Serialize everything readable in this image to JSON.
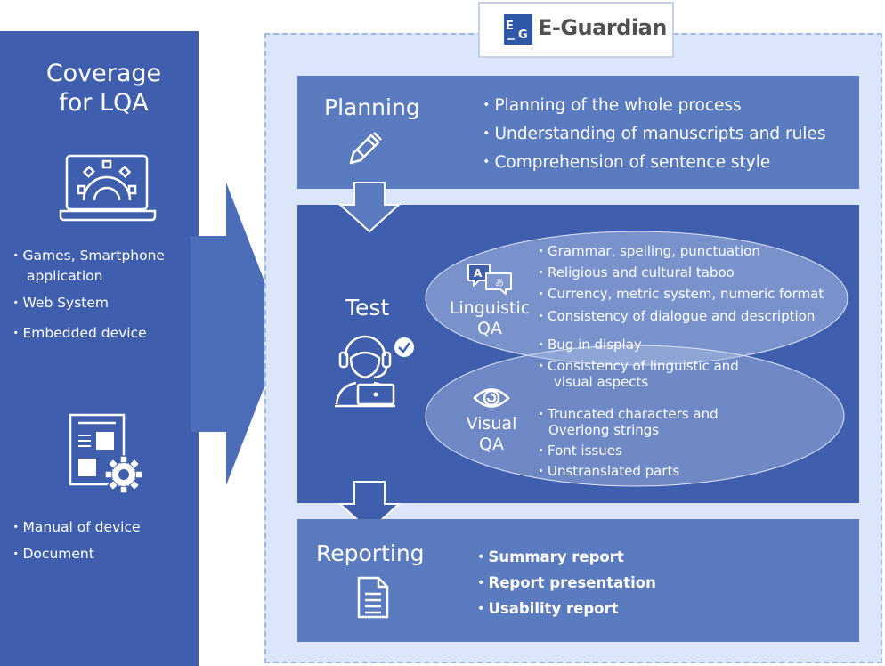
{
  "coverage": {
    "title_line1": "Coverage",
    "title_line2": "for LQA",
    "software_items": [
      "・Games, Smartphone",
      "application",
      "・Web System",
      "・Embedded device"
    ],
    "document_items": [
      "・Manual of device",
      "・Document"
    ]
  },
  "brand": {
    "logo_mark": "EG",
    "name": "E-Guardian"
  },
  "planning": {
    "title": "Planning",
    "items": [
      "・Planning of the whole process",
      "・Understanding of manuscripts and rules",
      "・Comprehension of sentence style"
    ]
  },
  "test": {
    "title": "Test",
    "linguistic_label_line1": "Linguistic",
    "linguistic_label_line2": "QA",
    "linguistic_items": [
      "・Grammar, spelling, punctuation",
      "・Religious and cultural taboo",
      "・Currency, metric system, numeric format",
      "・Consistency of dialogue and description"
    ],
    "shared_items": [
      "・Bug in display",
      "・Consistency of linguistic and",
      "visual aspects"
    ],
    "visual_label_line1": "Visual",
    "visual_label_line2": "QA",
    "visual_items": [
      "・Truncated characters and",
      "Overlong strings",
      "・Font issues",
      "・Unstranslated parts"
    ]
  },
  "reporting": {
    "title": "Reporting",
    "items": [
      "・Summary report",
      "・Report presentation",
      "・Usability report"
    ]
  },
  "colors": {
    "dark_blue": "#3f5fae",
    "mid_blue": "#5b7bc0",
    "light_bg": "#dbe6fa",
    "ellipse": "#a9bce4"
  }
}
